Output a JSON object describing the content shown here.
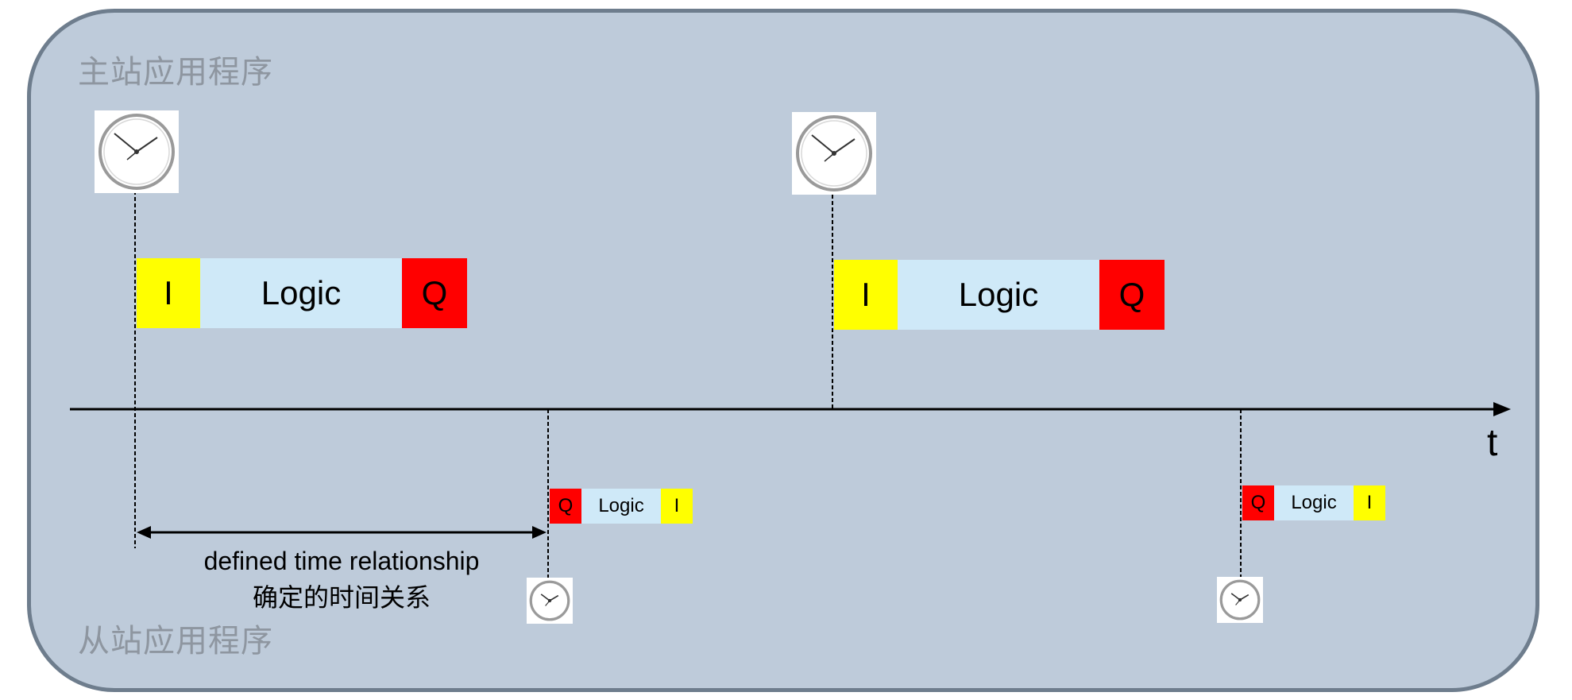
{
  "master_app": {
    "label": "主站应用程序"
  },
  "slave_app": {
    "label": "从站应用程序"
  },
  "timeline": {
    "axis_label": "t"
  },
  "master_cycles": [
    {
      "input": "I",
      "logic": "Logic",
      "output": "Q"
    },
    {
      "input": "I",
      "logic": "Logic",
      "output": "Q"
    }
  ],
  "slave_cycles": [
    {
      "output": "Q",
      "logic": "Logic",
      "input": "I"
    },
    {
      "output": "Q",
      "logic": "Logic",
      "input": "I"
    }
  ],
  "relationship": {
    "label_en": "defined time relationship",
    "label_zh": "确定的时间关系"
  },
  "colors": {
    "panel_bg": "#becbda",
    "panel_border": "#6e7d8d",
    "input": "#ffff00",
    "logic": "#cfe9f8",
    "output": "#ff0000"
  },
  "icons": {
    "clock": "clock-icon",
    "arrow": "arrow-icon"
  }
}
